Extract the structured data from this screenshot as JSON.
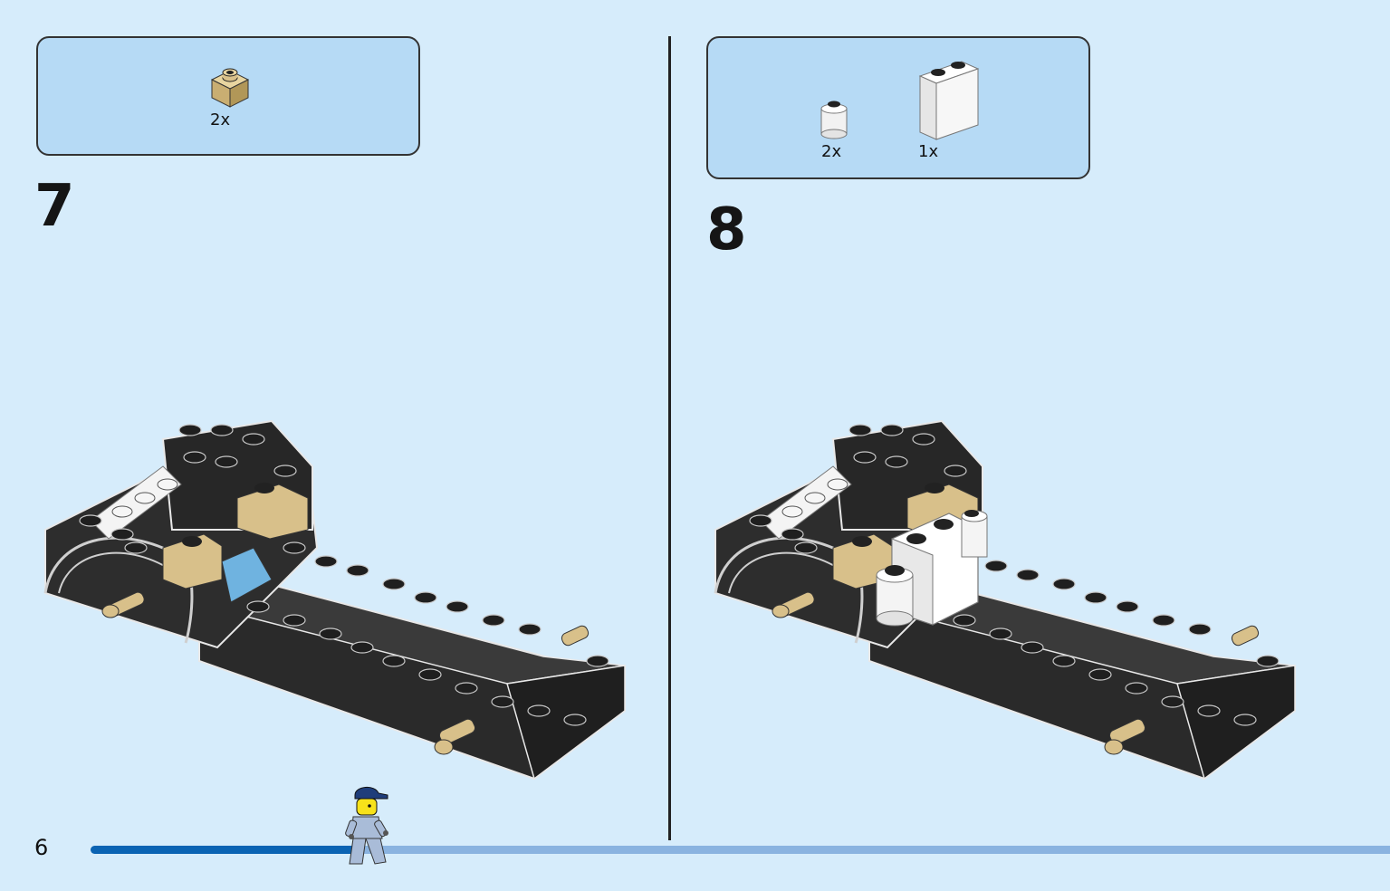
{
  "page": {
    "number": "6",
    "progress_fraction": 0.26
  },
  "steps": [
    {
      "number": "7",
      "parts": [
        {
          "icon": "tan-1x1-brick-icon",
          "quantity": "2x"
        }
      ]
    },
    {
      "number": "8",
      "parts": [
        {
          "icon": "white-round-brick-icon",
          "quantity": "2x"
        },
        {
          "icon": "white-1x2x2-brick-icon",
          "quantity": "1x"
        }
      ]
    }
  ],
  "colors": {
    "background": "#d6ecfb",
    "parts_panel": "#b6daf5",
    "progress_done": "#0a63b3",
    "progress_remaining": "#8ab3e0"
  }
}
